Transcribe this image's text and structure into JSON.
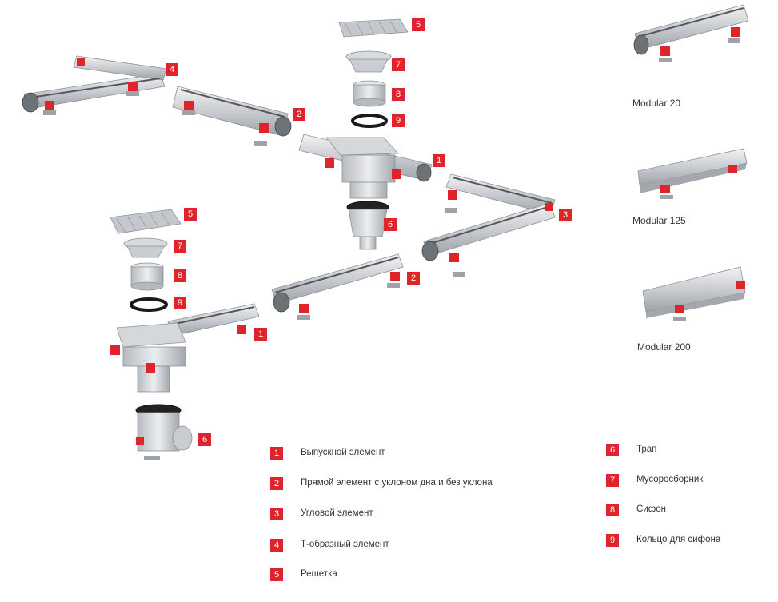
{
  "diagram": {
    "accent_color": "#e0242b",
    "callouts": [
      "5",
      "7",
      "8",
      "9",
      "4",
      "2",
      "1",
      "3",
      "5",
      "7",
      "8",
      "6",
      "2",
      "9",
      "1",
      "6"
    ],
    "variants": [
      {
        "label": "Modular 20"
      },
      {
        "label": "Modular 125"
      },
      {
        "label": "Modular 200"
      }
    ],
    "legend": [
      {
        "num": "1",
        "text": "Выпускной элемент"
      },
      {
        "num": "2",
        "text": "Прямой элемент с уклоном дна и без уклона"
      },
      {
        "num": "3",
        "text": "Угловой элемент"
      },
      {
        "num": "4",
        "text": "Т-образный элемент"
      },
      {
        "num": "5",
        "text": "Решетка"
      },
      {
        "num": "6",
        "text": "Трап"
      },
      {
        "num": "7",
        "text": "Мусоросборник"
      },
      {
        "num": "8",
        "text": "Сифон"
      },
      {
        "num": "9",
        "text": "Кольцо для сифона"
      }
    ]
  }
}
